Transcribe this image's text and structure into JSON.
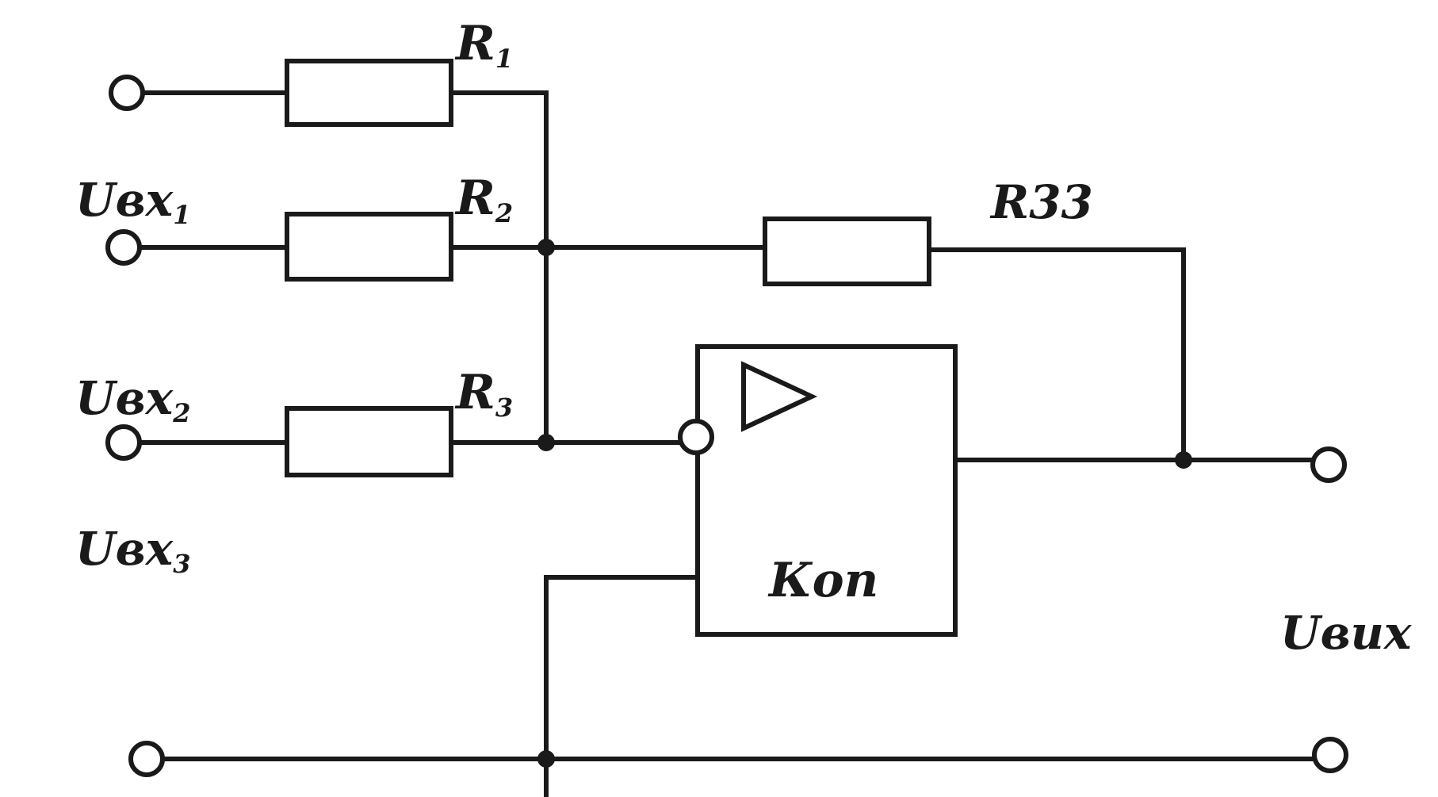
{
  "labels": {
    "r1": {
      "main": "R",
      "sub": "1"
    },
    "r2": {
      "main": "R",
      "sub": "2"
    },
    "r3": {
      "main": "R",
      "sub": "3"
    },
    "rzz": "R33",
    "uin1": {
      "main": "Uвх",
      "sub": "1"
    },
    "uin2": {
      "main": "Uвх",
      "sub": "2"
    },
    "uin3": {
      "main": "Uвх",
      "sub": "3"
    },
    "opamp": "Коп",
    "uout": "Uвих"
  },
  "colors": {
    "ink": "#1a1a1a",
    "background": "#ffffff"
  }
}
